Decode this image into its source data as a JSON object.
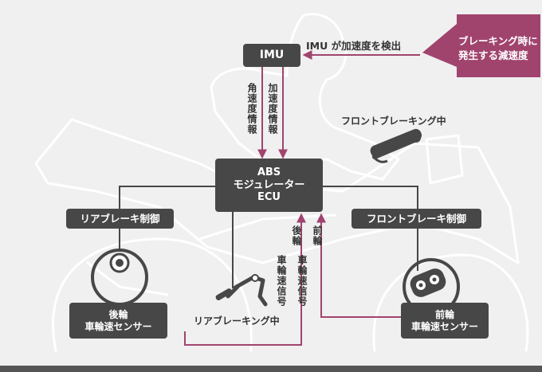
{
  "imu": {
    "label": "IMU",
    "detect_label": "IMU が加速度を検出"
  },
  "braking_decel": {
    "line1": "ブレーキング時に",
    "line2": "発生する減速度"
  },
  "ecu": {
    "line1": "ABS",
    "line2": "モジュレーター",
    "line3": "ECU"
  },
  "left_signals": {
    "angular": "角速度情報",
    "acceleration": "加速度情報"
  },
  "front_braking_label": "フロントブレーキング中",
  "rear_braking_label": "リアブレーキング中",
  "rear_control": {
    "label": "リアブレーキ制御"
  },
  "front_control": {
    "label": "フロントブレーキ制御"
  },
  "rear_sensor": {
    "line1": "後輪",
    "line2": "車輪速センサー"
  },
  "front_sensor": {
    "line1": "前輪",
    "line2": "車輪速センサー"
  },
  "rear_signal": {
    "col1": "後輪",
    "col2": "車輪速信号"
  },
  "front_signal": {
    "col1": "前輪",
    "col2": "車輪速信号"
  },
  "colors": {
    "accent": "#a0446e",
    "box": "#474747",
    "line": "#474747",
    "background": "#f0f0f0",
    "silhouette": "#ffffff",
    "ground": "#555555"
  }
}
